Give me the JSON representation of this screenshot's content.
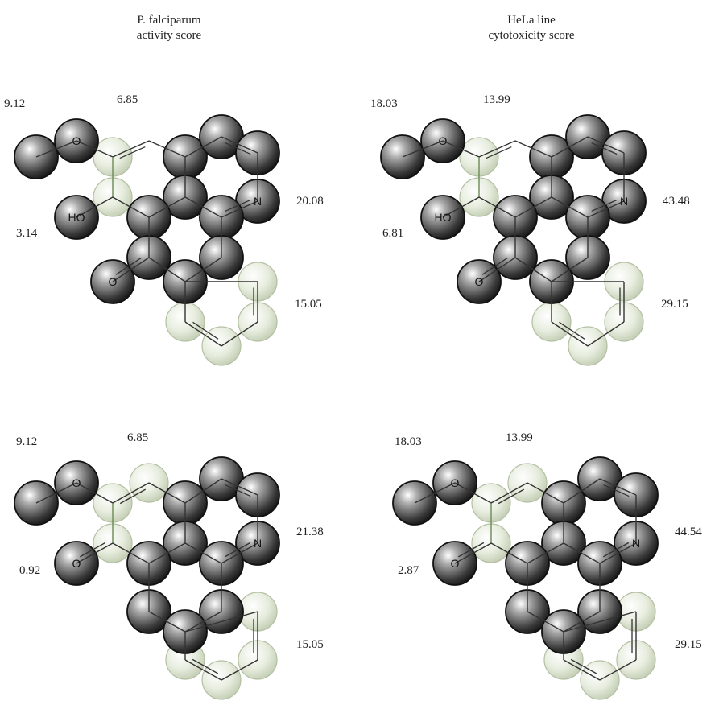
{
  "headers": {
    "left": [
      "P. falciparum",
      "activity score"
    ],
    "right": [
      "HeLa line",
      "cytotoxicity score"
    ]
  },
  "colors": {
    "dark_sphere": "#3c3c3c",
    "light_sphere": "#c9d3bd",
    "bond": "#333333",
    "bond_green": "#6b8a55"
  },
  "panels": [
    {
      "id": "pf-top",
      "scores": {
        "methoxy": "9.12",
        "ring_a": "6.85",
        "substituent": "3.14",
        "nitrogen": "20.08",
        "phenyl": "15.05"
      },
      "substituent_atom": "HO",
      "ketone_atom": "O",
      "nitrogen_atom": "N",
      "methoxy_atom": "O"
    },
    {
      "id": "hela-top",
      "scores": {
        "methoxy": "18.03",
        "ring_a": "13.99",
        "substituent": "6.81",
        "nitrogen": "43.48",
        "phenyl": "29.15"
      },
      "substituent_atom": "HO",
      "ketone_atom": "O",
      "nitrogen_atom": "N",
      "methoxy_atom": "O"
    },
    {
      "id": "pf-bottom",
      "scores": {
        "methoxy": "9.12",
        "ring_a": "6.85",
        "substituent": "0.92",
        "nitrogen": "21.38",
        "phenyl": "15.05"
      },
      "substituent_atom": "O",
      "nitrogen_atom": "N",
      "methoxy_atom": "O"
    },
    {
      "id": "hela-bottom",
      "scores": {
        "methoxy": "18.03",
        "ring_a": "13.99",
        "substituent": "2.87",
        "nitrogen": "44.54",
        "phenyl": "29.15"
      },
      "substituent_atom": "O",
      "nitrogen_atom": "N",
      "methoxy_atom": "O"
    }
  ]
}
